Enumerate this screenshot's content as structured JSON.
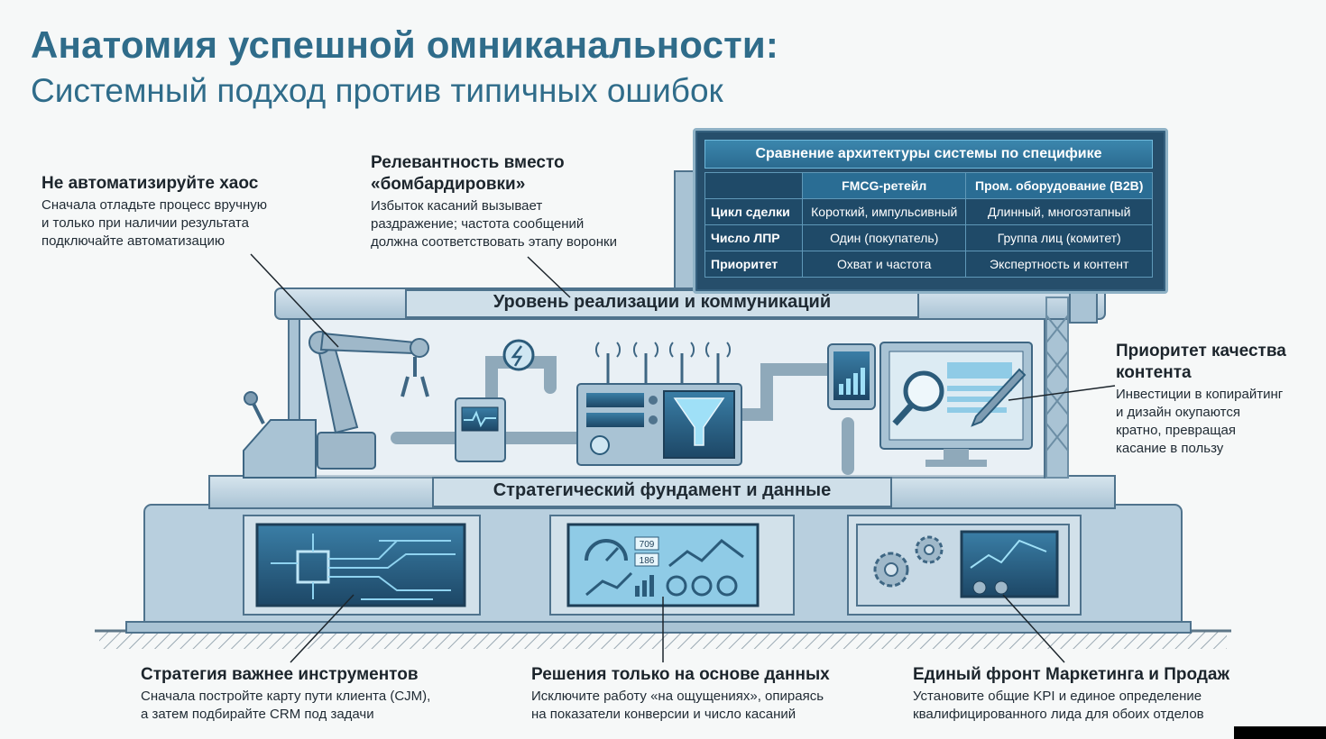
{
  "header": {
    "title": "Анатомия успешной омниканальности:",
    "subtitle": "Системный подход против типичных ошибок"
  },
  "callouts": {
    "chaos": {
      "title": "Не автоматизируйте хаос",
      "text": [
        "Сначала отладьте процесс вручную",
        "и только при наличии результата",
        "подключайте автоматизацию"
      ]
    },
    "relevance": {
      "title": [
        "Релевантность вместо",
        "«бомбардировки»"
      ],
      "text": [
        "Избыток касаний вызывает",
        "раздражение; частота сообщений",
        "должна соответствовать этапу воронки"
      ]
    },
    "content": {
      "title": [
        "Приоритет качества",
        "контента"
      ],
      "text": [
        "Инвестиции в копирайтинг",
        "и дизайн окупаются",
        "кратно, превращая",
        "касание в пользу"
      ]
    },
    "strategy": {
      "title": "Стратегия важнее инструментов",
      "text": [
        "Сначала постройте карту пути клиента (CJM),",
        "а затем подбирайте CRM под задачи"
      ]
    },
    "data": {
      "title": "Решения только на основе данных",
      "text": [
        "Исключите работу «на ощущениях», опираясь",
        "на показатели конверсии и число касаний"
      ]
    },
    "front": {
      "title": "Единый фронт Маркетинга и Продаж",
      "text": [
        "Установите общие KPI и единое определение",
        "квалифицированного лида для обоих отделов"
      ]
    }
  },
  "machine": {
    "top_band_label": "Уровень реализации и коммуникаций",
    "bottom_band_label": "Стратегический фундамент и данные",
    "gauge_readouts": [
      "709",
      "186"
    ]
  },
  "comparison": {
    "title": "Сравнение архитектуры системы по специфике",
    "columns": [
      "FMCG-ретейл",
      "Пром. оборудование (B2B)"
    ],
    "rows": [
      {
        "label": "Цикл сделки",
        "values": [
          "Короткий, импульсивный",
          "Длинный, многоэтапный"
        ]
      },
      {
        "label": "Число ЛПР",
        "values": [
          "Один (покупатель)",
          "Группа лиц (комитет)"
        ]
      },
      {
        "label": "Приоритет",
        "values": [
          "Охват и частота",
          "Экспертность и контент"
        ]
      }
    ]
  },
  "colors": {
    "accent": "#2f6c8a",
    "machine_light": "#c9dce8",
    "machine_mid": "#8fb0c7",
    "machine_dark": "#3e6683",
    "screen": "#264e6b"
  }
}
